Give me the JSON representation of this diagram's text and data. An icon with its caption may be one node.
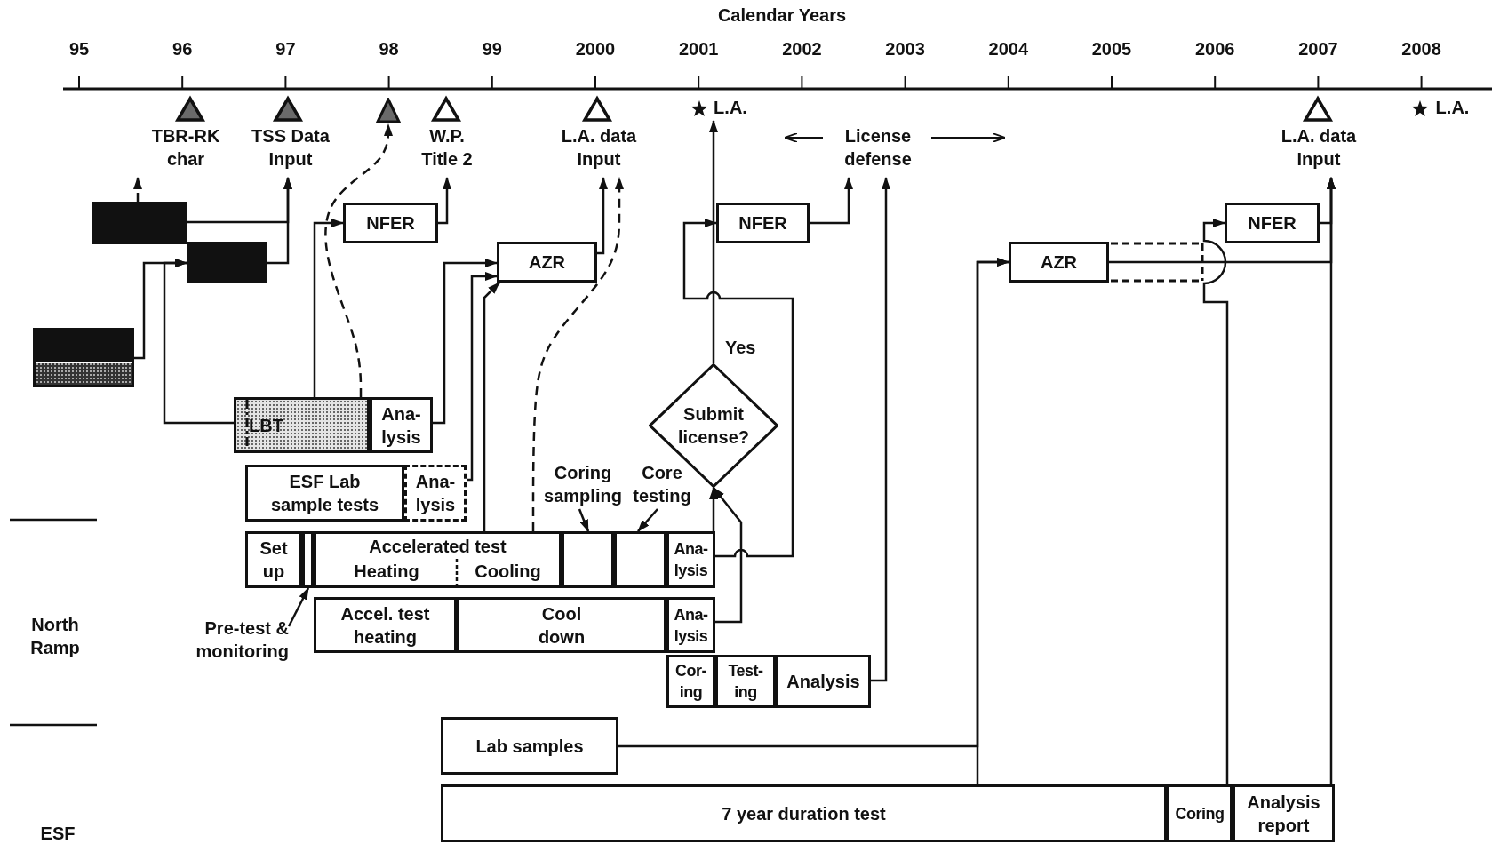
{
  "diagram": {
    "nodes": [
      {
        "text": [
          "TBR-RK char"
        ]
      },
      {
        "text": [
          "TSS Data Input"
        ]
      },
      {
        "text": [],
        "shape": "triangle"
      },
      {
        "text": [
          "W.P. Title 2"
        ]
      },
      {
        "text": [
          "L.A. data Input"
        ]
      },
      {
        "text": [
          "L.A."
        ]
      },
      {
        "text": [
          "License defense"
        ]
      },
      {
        "text": [
          "L.A. data Input"
        ]
      },
      {
        "text": [
          "L.A."
        ]
      },
      {
        "text": [],
        "shape": "box"
      },
      {
        "text": [],
        "shape": "box"
      },
      {
        "text": [],
        "shape": "box"
      },
      {
        "text": [
          "NFER"
        ]
      },
      {
        "text": [
          "AZR"
        ]
      },
      {
        "text": [
          "NFER"
        ]
      },
      {
        "text": [
          "AZR"
        ]
      },
      {
        "text": [
          "NFER"
        ]
      },
      {
        "text": [
          "LBT"
        ]
      },
      {
        "text": [
          "Ana- lysis"
        ]
      },
      {
        "text": [
          "ESF Lab sample tests"
        ]
      },
      {
        "text": [
          "Ana- lysis"
        ]
      },
      {
        "text": [
          "Set up"
        ]
      },
      {
        "text": [],
        "shape": "box"
      },
      {
        "text": [
          "Pre-test & monitoring"
        ]
      },
      {
        "text": [
          "Accelerated test",
          "Heating",
          "Cooling"
        ]
      },
      {
        "text": [],
        "shape": "box"
      },
      {
        "text": [],
        "shape": "box"
      },
      {
        "text": [
          "Ana- lysis"
        ]
      },
      {
        "text": [
          "Accel. test heating"
        ]
      },
      {
        "text": [
          "Cool down"
        ]
      },
      {
        "text": [
          "Ana- lysis"
        ]
      },
      {
        "text": [
          "Cor- ing"
        ]
      },
      {
        "text": [
          "Test- ing"
        ]
      },
      {
        "text": [
          "Analysis"
        ]
      },
      {
        "text": [
          "Lab samples"
        ]
      },
      {
        "text": [
          "7 year duration test"
        ]
      },
      {
        "text": [
          "Coring"
        ]
      },
      {
        "text": [
          "Analysis report"
        ]
      },
      {
        "text": [
          "Submit license?"
        ]
      },
      {
        "text": [
          "Coring sampling"
        ]
      },
      {
        "text": [
          "Core testing"
        ]
      }
    ],
    "edges": [
      {
        "from": 9,
        "to": 0,
        "arrow": "to",
        "style": "dashed"
      },
      {
        "from": 9,
        "to": 1,
        "arrow": "to"
      },
      {
        "from": 10,
        "to": 1,
        "arrow": "to"
      },
      {
        "from": 11,
        "to": 10,
        "arrow": "to"
      },
      {
        "from": 17,
        "to": 10,
        "arrow": "to"
      },
      {
        "from": 17,
        "to": 12,
        "arrow": "to"
      },
      {
        "from": 17,
        "to": 2,
        "arrow": "to",
        "style": "dashed"
      },
      {
        "from": 12,
        "to": 3,
        "arrow": "to"
      },
      {
        "from": 18,
        "to": 13,
        "arrow": "to"
      },
      {
        "from": 20,
        "to": 13,
        "arrow": "to"
      },
      {
        "from": 24,
        "to": 13,
        "arrow": "to"
      },
      {
        "from": 13,
        "to": 4,
        "arrow": "to"
      },
      {
        "from": 24,
        "to": 4,
        "arrow": "to",
        "style": "dashed"
      },
      {
        "from": 38,
        "to": 5,
        "arrow": "to",
        "label": "Yes"
      },
      {
        "from": 27,
        "to": 14,
        "arrow": "to"
      },
      {
        "from": 30,
        "to": 38,
        "arrow": "to"
      },
      {
        "from": 27,
        "to": 38,
        "arrow": "to"
      },
      {
        "from": 14,
        "to": 6,
        "arrow": "to"
      },
      {
        "from": 33,
        "to": 6,
        "arrow": "to"
      },
      {
        "from": 34,
        "to": 15,
        "arrow": "to"
      },
      {
        "from": 35,
        "to": 15,
        "arrow": "to"
      },
      {
        "from": 15,
        "to": 7,
        "arrow": "to"
      },
      {
        "from": 16,
        "to": 7,
        "arrow": "to"
      },
      {
        "from": 36,
        "to": 16,
        "arrow": "to"
      },
      {
        "from": 37,
        "to": 7,
        "arrow": "to"
      },
      {
        "from": 23,
        "to": 22,
        "arrow": "to"
      },
      {
        "from": 39,
        "to": 25,
        "arrow": "to"
      },
      {
        "from": 40,
        "to": 26,
        "arrow": "to"
      }
    ],
    "labels": [
      "Calendar Years",
      "95",
      "96",
      "97",
      "98",
      "99",
      "2000",
      "2001",
      "2002",
      "2003",
      "2004",
      "2005",
      "2006",
      "2007",
      "2008",
      "North Ramp",
      "ESF"
    ]
  }
}
